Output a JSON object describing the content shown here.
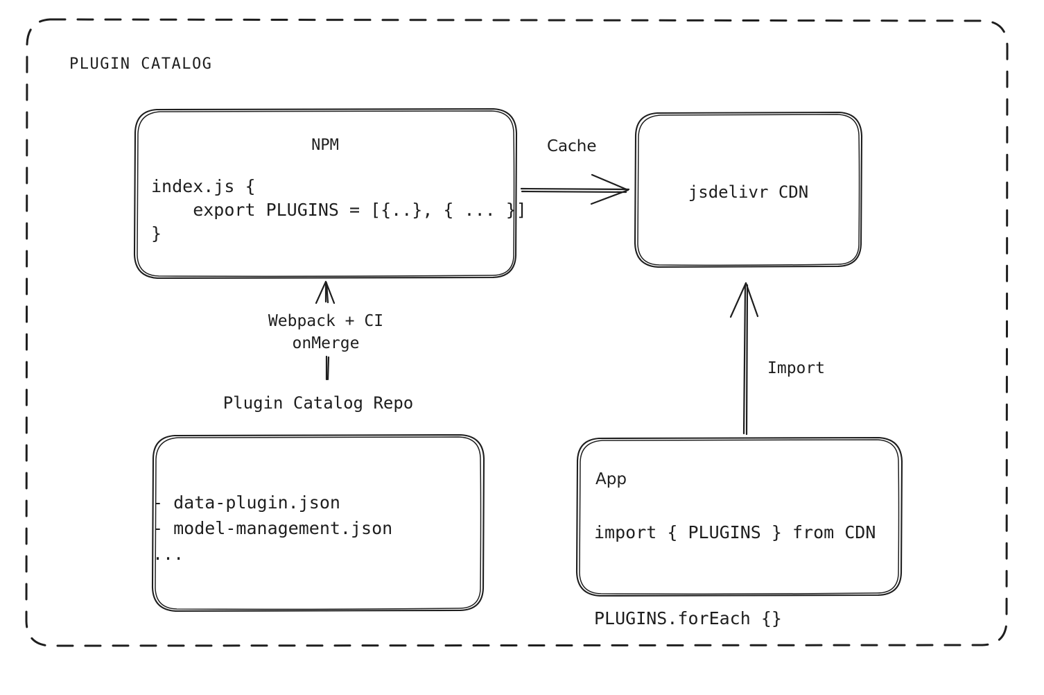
{
  "diagram": {
    "title": "PLUGIN CATALOG",
    "type": "architecture-flow",
    "background_color": "#ffffff",
    "stroke_color": "#1e1e1e",
    "style": "hand-drawn sketch"
  },
  "outer_container": {
    "label": "PLUGIN CATALOG",
    "border_style": "dashed",
    "border_color": "#1e1e1e"
  },
  "nodes": {
    "npm": {
      "id": "npm",
      "title": "NPM",
      "code_lines": [
        "index.js {",
        "    export PLUGINS = [{..}, { ... }]",
        "}"
      ],
      "code_text": "index.js {\n    export PLUGINS = [{..}, { ... }]\n}"
    },
    "cdn": {
      "id": "cdn",
      "title": "jsdelivr CDN"
    },
    "repo": {
      "id": "repo",
      "title": "Plugin Catalog Repo",
      "file_lines": [
        "- data-plugin.json",
        "- model-management.json",
        "..."
      ],
      "files_text": "- data-plugin.json\n- model-management.json\n..."
    },
    "app": {
      "id": "app",
      "title": "App",
      "code_lines": [
        "import { PLUGINS } from CDN",
        "PLUGINS.forEach {}"
      ],
      "code_text": "import { PLUGINS } from CDN\n\nPLUGINS.forEach {}"
    }
  },
  "edges": {
    "npm_to_cdn": {
      "label": "Cache",
      "from": "npm",
      "to": "cdn",
      "direction": "right"
    },
    "repo_to_npm": {
      "label": "Webpack + CI\nonMerge",
      "label_line1": "Webpack + CI",
      "label_line2": "onMerge",
      "from": "repo",
      "to": "npm",
      "direction": "up"
    },
    "app_to_cdn": {
      "label": "Import",
      "from": "app",
      "to": "cdn",
      "direction": "up"
    }
  }
}
